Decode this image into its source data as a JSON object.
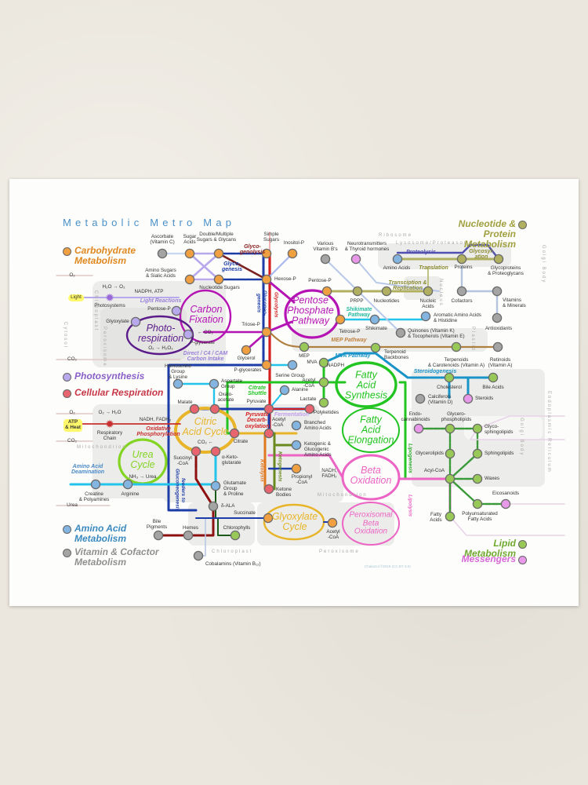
{
  "title": "Metabolic Metro Map",
  "credit": "Chakazul ©2016 (CC BY 3.0)",
  "colors": {
    "carbohydrate": "#f0a040",
    "photosynthesis": "#b8a8ec",
    "respiration": "#e8646e",
    "amino": "#84b4e0",
    "vitamin": "#a4a4a4",
    "nucleotide": "#b0b060",
    "lipid": "#98c858",
    "messenger": "#e898e8",
    "glycolysis": "#d42020",
    "gluconeogenesis": "#1c3ca8",
    "pentose": "#b414b4",
    "citric": "#e8b428",
    "fatty": "#22c422",
    "beta": "#ec64c4",
    "urea": "#84d424",
    "cyan": "#22c4ec",
    "heme": "#8c1010",
    "wall": "#ebe7de"
  },
  "legend": {
    "carbohydrate": "Carbohydrate\nMetabolism",
    "photosynthesis": "Photosynthesis",
    "respiration": "Cellular Respiration",
    "amino": "Amino Acid\nMetabolism",
    "vitamin": "Vitamin & Cofactor\nMetabolism",
    "nucleotide": "Nucleotide & Protein\nMetabolism",
    "lipid": "Lipid Metabolism",
    "messenger": "Messengers"
  },
  "loops": {
    "carbon_fixation": "Carbon\nFixation",
    "photorespiration": "Photo-\nrespiration",
    "pentose_phosphate": "Pentose\nPhosphate\nPathway",
    "citric_acid": "Citric\nAcid Cycle",
    "urea": "Urea\nCycle",
    "fatty_acid_synthesis": "Fatty\nAcid\nSynthesis",
    "fatty_acid_elongation": "Fatty\nAcid\nElongation",
    "beta_oxidation": "Beta\nOxidation",
    "peroxisomal_beta": "Peroxisomal\nBeta\nOxidation",
    "glyoxylate": "Glyoxylate\nCycle"
  },
  "stations": {
    "ascorbate": "Ascorbate\n(Vitamin C)",
    "sugar_acids": "Sugar\nAcids",
    "multi_sugars": "Double/Multiple\nSugars & Glycans",
    "simple_sugars": "Simple\nSugars",
    "inositol": "Inositol-P",
    "amino_sugars": "Amino Sugars\n& Sialic Acids",
    "nucleotide_sugars": "Nucleotide Sugars",
    "hexose_p": "Hexose-P",
    "pentose_p_cf": "Pentose-P",
    "glyoxylate": "Glyoxylate",
    "p_glycerate": "P-glycerate",
    "triose_p": "Triose-P",
    "glycerol": "Glycerol",
    "p_glycerates": "P-glycerates",
    "serine": "Serine Group",
    "homoserine": "Homoserine\nGroup\n& Lysine",
    "aspartate": "Aspartate\nGroup",
    "vitamin_b": "Various\nVitamin B's",
    "neuro": "Neurotransmitters\n& Thyroid hormones",
    "amino_acids": "Amino Acids",
    "proteins": "Proteins",
    "glycoproteins": "Glycoproteins\n& Proteoglycans",
    "pentose_p": "Pentose-P",
    "prpp": "PRPP",
    "nucleotides": "Nucleotides",
    "nucleic_acids": "Nucleic\nAcids",
    "cofactors": "Cofactors",
    "vitamins_minerals": "Vitamins\n& Minerals",
    "tetrose_p": "Tetrose-P",
    "shikimate": "Shikimate",
    "aromatic": "Aromatic Amino Acids\n& Histidine",
    "antioxidants": "Antioxidants",
    "quinones": "Quinones (Vitamin K)\n& Tocopherols (Vitamin E)",
    "mep": "MEP",
    "terpenoid_backbones": "Terpenoid\nBackbones",
    "terpenoids": "Terpenoids\n& Carotenoids (Vitamin A)",
    "retinoids": "Retinoids\n(Vitamin A)",
    "mva": "MVA",
    "acetyl_coa_cyt": "Acetyl\n-CoA",
    "cholesterol": "Cholesterol",
    "bile_acids": "Bile Acids",
    "malate": "Malate",
    "oxaloacetate": "Oxalo-\nacetate",
    "pyruvate": "Pyruvate",
    "lactate": "Lactate",
    "alanine": "Alanine",
    "citrate": "Citrate",
    "acetyl_coa_mito": "Acetyl\n-CoA",
    "succinyl_coa": "Succinyl\n-CoA",
    "akg": "α-Keto-\nglutarate",
    "branched": "Branched\nAmino Acids",
    "ketogenic": "Ketogenic &\nGlucogenic\nAmino Acids",
    "propionyl": "Propionyl\n-CoA",
    "ketone_bodies": "Ketone\nBodies",
    "glutamate": "Glutamate\nGroup\n& Proline",
    "creatine": "Creatine\n& Polyamines",
    "arginine": "Arginine",
    "ala": "δ-ALA",
    "succinate": "Succinate",
    "bile_pigments": "Bile\nPigments",
    "hemes": "Hemes",
    "chlorophylls": "Chlorophylls",
    "cobalamins": "Cobalamins (Vitamin B₁₂)",
    "polyketides": "Polyketides",
    "calciferols": "Calciferols\n(Vitamin D)",
    "steroids": "Steroids",
    "endocannabinoids": "Endo-\ncannabinoids",
    "glycerophospholipids": "Glycero-\nphospholipids",
    "glycosphingolipids": "Glyco-\nsphingolipids",
    "glycerolipids": "Glycerolipids",
    "sphingolipids": "Sphingolipids",
    "acyl_coa": "Acyl-CoA",
    "waxes": "Waxes",
    "pufa": "Polyunsaturated\nFatty Acids",
    "eicosanoids": "Eicosanoids",
    "fatty_acids": "Fatty\nAcids",
    "acetyl_coa_perox": "Acetyl\n-CoA",
    "light": "Light",
    "atp_heat": "ATP\n& Heat",
    "photosystems": "Photosystems",
    "respiratory_chain": "Respiratory\nChain"
  },
  "pathways": {
    "glycogenolysis": "Glyco-\ngenolysis",
    "glycogenesis": "Glyco-\ngenesis",
    "gluconeogenesis": "Gluconeo-\ngenesis",
    "glycolysis": "Glycolysis",
    "light_reactions": "Light Reactions",
    "carbon_intake": "Direct / C4 / CAM\nCarbon Intake",
    "shikimate": "Shikimate\nPathway",
    "mep": "MEP Pathway",
    "mva": "MVA Pathway",
    "steroidogenesis": "Steroidogenesis",
    "proteolysis": "Proteolysis",
    "glycosylation": "Glycosyl-\nation",
    "translation": "Translation",
    "transcription": "Transciption &\nReplication",
    "citrate_shuttle": "Citrate\nShuttle",
    "pyruvate_decarb": "Pyruvate\nDecarb-\noxylation",
    "fermentation": "Fermentation",
    "ketolysis": "Ketolysis",
    "ketogenesis": "Ketogenesis",
    "oxphos": "Oxidative\nPhosphorylation",
    "deamination": "Amino Acid\nDeamination",
    "feeders": "feeders to\nGluconeogenesis",
    "lipogenesis": "Lipogenesis",
    "lipolysis": "Lipolysis"
  },
  "notes": {
    "o2_out": "O₂",
    "co2_in": "CO₂",
    "o2_in": "O₂",
    "co2_out": "CO₂",
    "urea_out": "Urea",
    "h2o_o2": "H₂O → O₂",
    "nadph_atp": "NADPH, ATP",
    "co2_cf": "← CO₂",
    "o2_h2o2": "O₂ → H₂O₂",
    "o2_h2o": "O₂ → H₂O",
    "nadh_fadh": "NADH, FADH₂",
    "co2_tca": "CO₂ ←",
    "nh3_urea": "NH₃ → Urea",
    "nadh_fadh_beta": "NADH,\nFADH₂",
    "nadph_fa": "NADPH"
  },
  "compartments": {
    "cytosol": "Cytosol",
    "chloroplast1": "Chloroplast",
    "peroxisome1": "Peroxisome",
    "mitochondrion1": "Mitochondrion",
    "ribosome": "Ribosome",
    "lysosome": "Lysosome/Proteasome",
    "golgi1": "Golgi Body",
    "nucleus": "Nucleus",
    "plastid": "Plastid",
    "er": "Endoplasmic Reticulum",
    "golgi2": "Golgi Body",
    "mitochondrion2": "Mitochondrion",
    "chloroplast2": "Chloroplast",
    "peroxisome2": "Peroxisome"
  }
}
